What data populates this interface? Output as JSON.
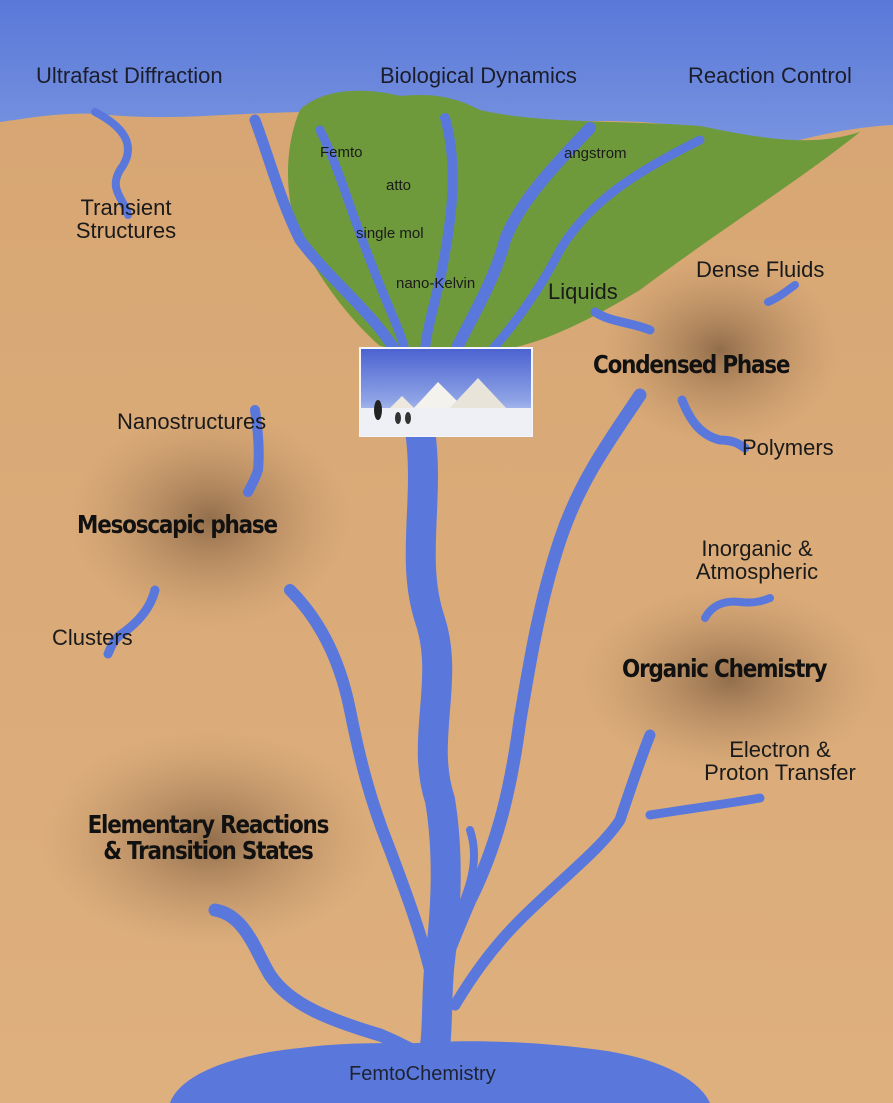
{
  "labels": {
    "ultrafast_diffraction": "Ultrafast Diffraction",
    "biological_dynamics": "Biological Dynamics",
    "reaction_control": "Reaction Control",
    "transient_structures": "Transient\nStructures",
    "femto": "Femto",
    "atto": "atto",
    "single_mol": "single mol",
    "nano_kelvin": "nano-Kelvin",
    "angstrom": "angstrom",
    "liquids": "Liquids",
    "dense_fluids": "Dense Fluids",
    "condensed_phase": "Condensed Phase",
    "polymers": "Polymers",
    "nanostructures": "Nanostructures",
    "mesoscapic_phase": "Mesoscapic phase",
    "clusters": "Clusters",
    "inorganic_atmospheric": "Inorganic &\nAtmospheric",
    "organic_chemistry": "Organic Chemistry",
    "electron_proton_transfer": "Electron &\nProton Transfer",
    "elementary_reactions": "Elementary Reactions\n& Transition States",
    "femtochemistry": "FemtoChemistry"
  },
  "colors": {
    "land": "#d9a874",
    "sea": "#5f7fd8",
    "river": "#5a78dc",
    "delta_green": "#6f9a3a",
    "phase_cloud": "#8a6a4a"
  }
}
